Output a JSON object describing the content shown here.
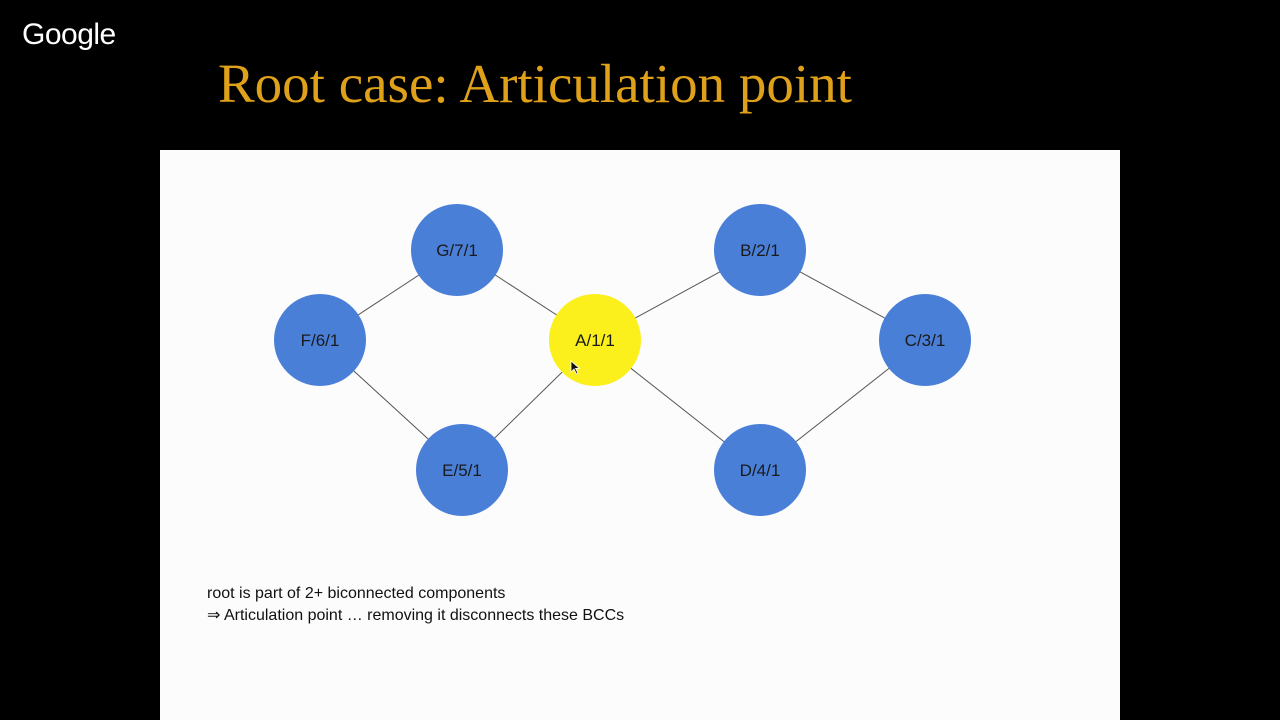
{
  "header": {
    "logo_text": "Google",
    "title": "Root case: Articulation point"
  },
  "colors": {
    "background": "#000000",
    "title": "#e0a11a",
    "slide": "#fcfcfc",
    "node_blue": "#4a7fd8",
    "node_root": "#fbef1c",
    "edge": "#555555"
  },
  "graph": {
    "nodes": [
      {
        "id": "G",
        "label": "G/7/1",
        "root": false
      },
      {
        "id": "F",
        "label": "F/6/1",
        "root": false
      },
      {
        "id": "E",
        "label": "E/5/1",
        "root": false
      },
      {
        "id": "A",
        "label": "A/1/1",
        "root": true
      },
      {
        "id": "B",
        "label": "B/2/1",
        "root": false
      },
      {
        "id": "C",
        "label": "C/3/1",
        "root": false
      },
      {
        "id": "D",
        "label": "D/4/1",
        "root": false
      }
    ],
    "edges": [
      [
        "F",
        "G"
      ],
      [
        "G",
        "A"
      ],
      [
        "F",
        "E"
      ],
      [
        "E",
        "A"
      ],
      [
        "A",
        "B"
      ],
      [
        "B",
        "C"
      ],
      [
        "A",
        "D"
      ],
      [
        "D",
        "C"
      ]
    ]
  },
  "caption": {
    "line1": "root is part of 2+ biconnected components",
    "line2": "⇒ Articulation point … removing it disconnects these BCCs"
  }
}
